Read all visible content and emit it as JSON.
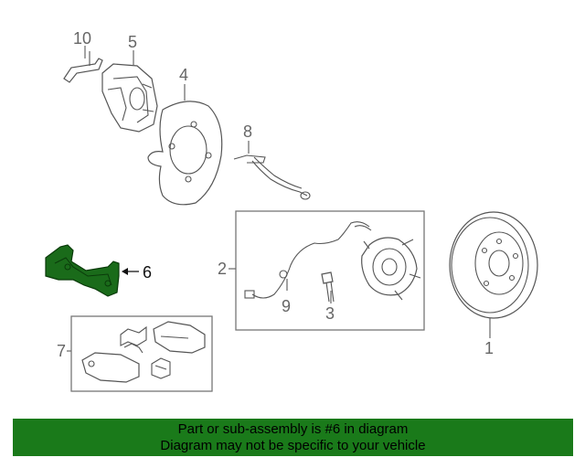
{
  "callouts": {
    "c1": "1",
    "c2": "2",
    "c3": "3",
    "c4": "4",
    "c5": "5",
    "c6": "6",
    "c7": "7",
    "c8": "8",
    "c9": "9",
    "c10": "10"
  },
  "highlight": {
    "part_number": "6",
    "color": "#1a6b1a"
  },
  "banner": {
    "line1": "Part or sub-assembly is #6 in diagram",
    "line2": "Diagram may not be specific to your vehicle",
    "background": "#1a7a1a"
  }
}
